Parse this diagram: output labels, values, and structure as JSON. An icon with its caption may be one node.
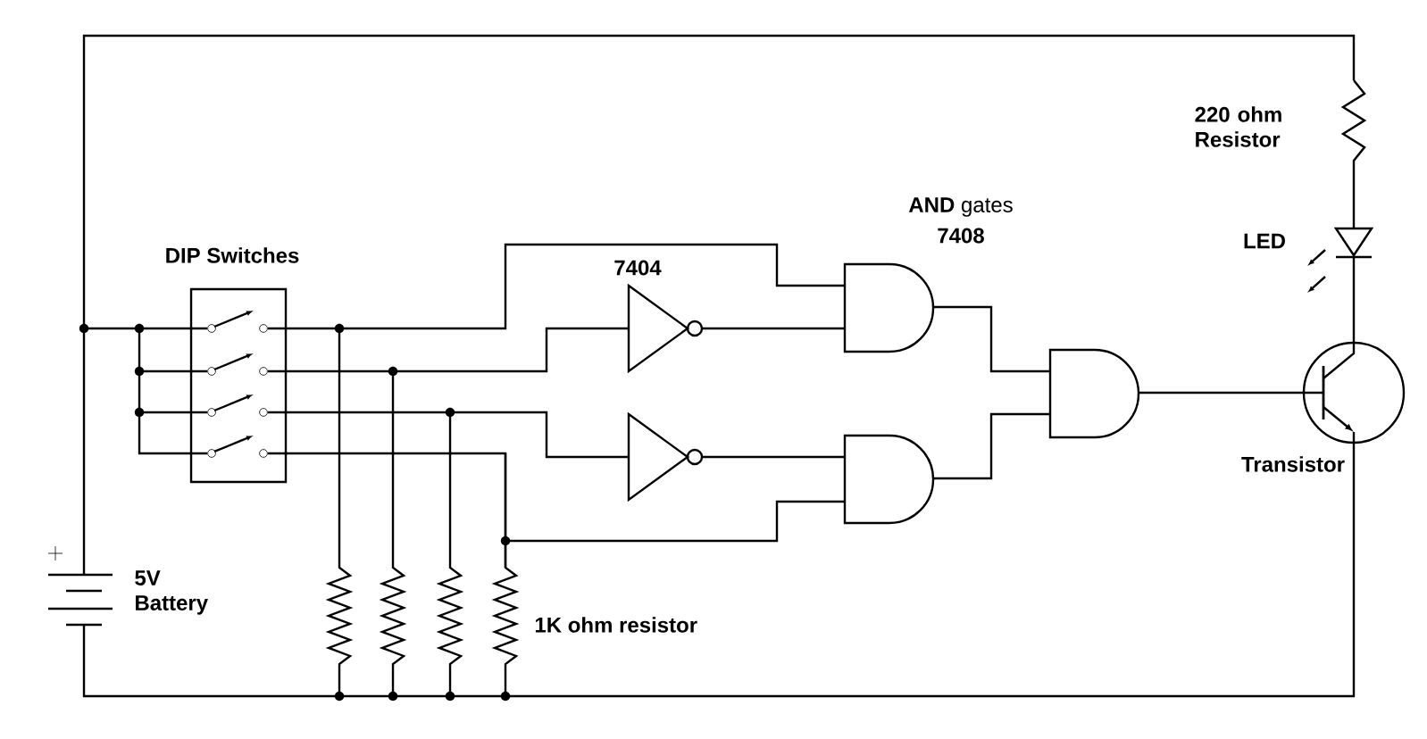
{
  "diagram": {
    "labels": [
      "DIP Switches",
      "7404",
      "**AND** gates",
      "7408",
      "220 ohm Resistor",
      "LED",
      "Transistor",
      "5V Battery",
      "1K ohm resistor"
    ]
  }
}
